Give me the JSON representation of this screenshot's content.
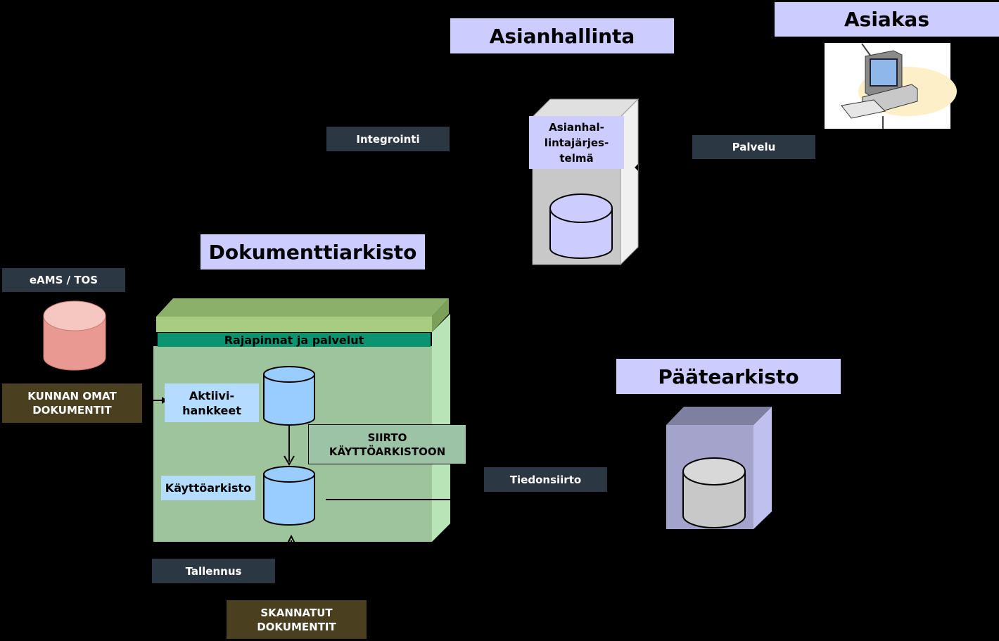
{
  "titles": {
    "asianhallinta": "Asianhallinta",
    "asiakas": "Asiakas",
    "dokumenttiarkisto": "Dokumenttiarkisto",
    "paatearkisto": "Päätearkisto"
  },
  "labels": {
    "integrointi": "Integrointi",
    "palvelu": "Palvelu",
    "eams_tos": "eAMS / TOS",
    "kunnan_omat_line1": "KUNNAN OMAT",
    "kunnan_omat_line2": "DOKUMENTIT",
    "rajapinnat": "Rajapinnat ja palvelut",
    "aktiivi_line1": "Aktiivi-",
    "aktiivi_line2": "hankkeet",
    "kayttoarkisto": "Käyttöarkisto",
    "siirto_line1": "SIIRTO",
    "siirto_line2": "KÄYTTÖARKISTOON",
    "tiedonsiirto": "Tiedonsiirto",
    "tallennus": "Tallennus",
    "skannatut_line1": "SKANNATUT",
    "skannatut_line2": "DOKUMENTIT",
    "asianhal_line1": "Asianhal-",
    "asianhal_line2": "lintajärjes-",
    "asianhal_line3": "telmä"
  },
  "icons": {
    "computer": "computer-icon"
  }
}
